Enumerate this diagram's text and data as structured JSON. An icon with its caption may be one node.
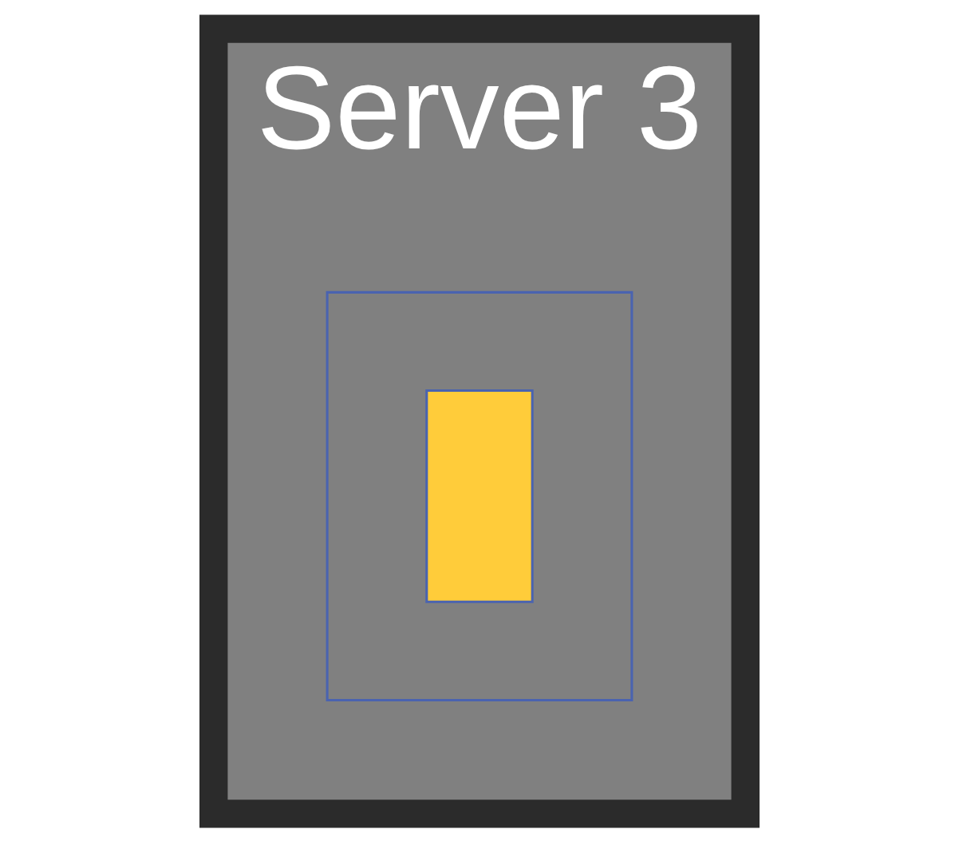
{
  "diagram": {
    "nodes": [
      {
        "text": [
          "Server 3"
        ]
      },
      {
        "text": [],
        "shape": "box",
        "in": 0
      },
      {
        "text": [],
        "shape": "bar",
        "in": 1
      }
    ]
  }
}
